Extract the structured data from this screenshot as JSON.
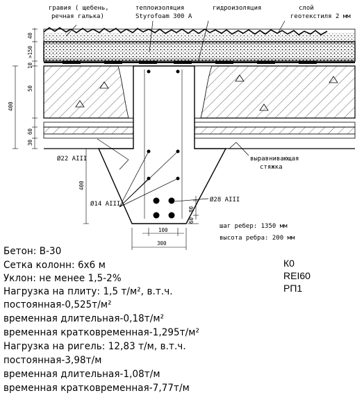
{
  "labels": {
    "gravel_1": "гравия ( щебень,",
    "gravel_2": "речная галька)",
    "insulation": "теплоизоляция",
    "styrofoam": "Styrofoam 300 A",
    "waterproofing": "гидроизоляция",
    "geotextile_1": "слой",
    "geotextile_2": "геотекстиля 2 мм",
    "leveling_1": "выравнивающая",
    "leveling_2": "стяжка",
    "rebar_22": "Ø22 AIII",
    "rebar_14": "Ø14 AIII",
    "rebar_28": "Ø28 AIII",
    "rib_step": "шаг ребер: 1350 мм",
    "rib_height": "высота ребра: 200 мм"
  },
  "dimensions": {
    "d40": "40",
    "d150": ">150",
    "d10": "10",
    "d50": "50",
    "d400_left": "400",
    "d60": "60",
    "d30": "30",
    "d400_rib": "400",
    "d100": "100",
    "d300": "300",
    "d80": "80",
    "d60_right": "60"
  },
  "notes": [
    "Бетон: В-30",
    "Сетка колонн: 6х6 м",
    "Уклон: не менее 1,5-2%",
    "Нагрузка на плиту: 1,5 т/м², в.т.ч.",
    "постоянная-0,525т/м²",
    "временная длительная-0,18т/м²",
    "временная кратковременная-1,295т/м²",
    "Нагрузка на ригель: 12,83 т/м, в.т.ч.",
    "постоянная-3,98т/м",
    "временная длительная-1,08т/м",
    "временная кратковременная-7,77т/м"
  ],
  "classification": [
    "К0",
    "REI60",
    "РП1"
  ]
}
